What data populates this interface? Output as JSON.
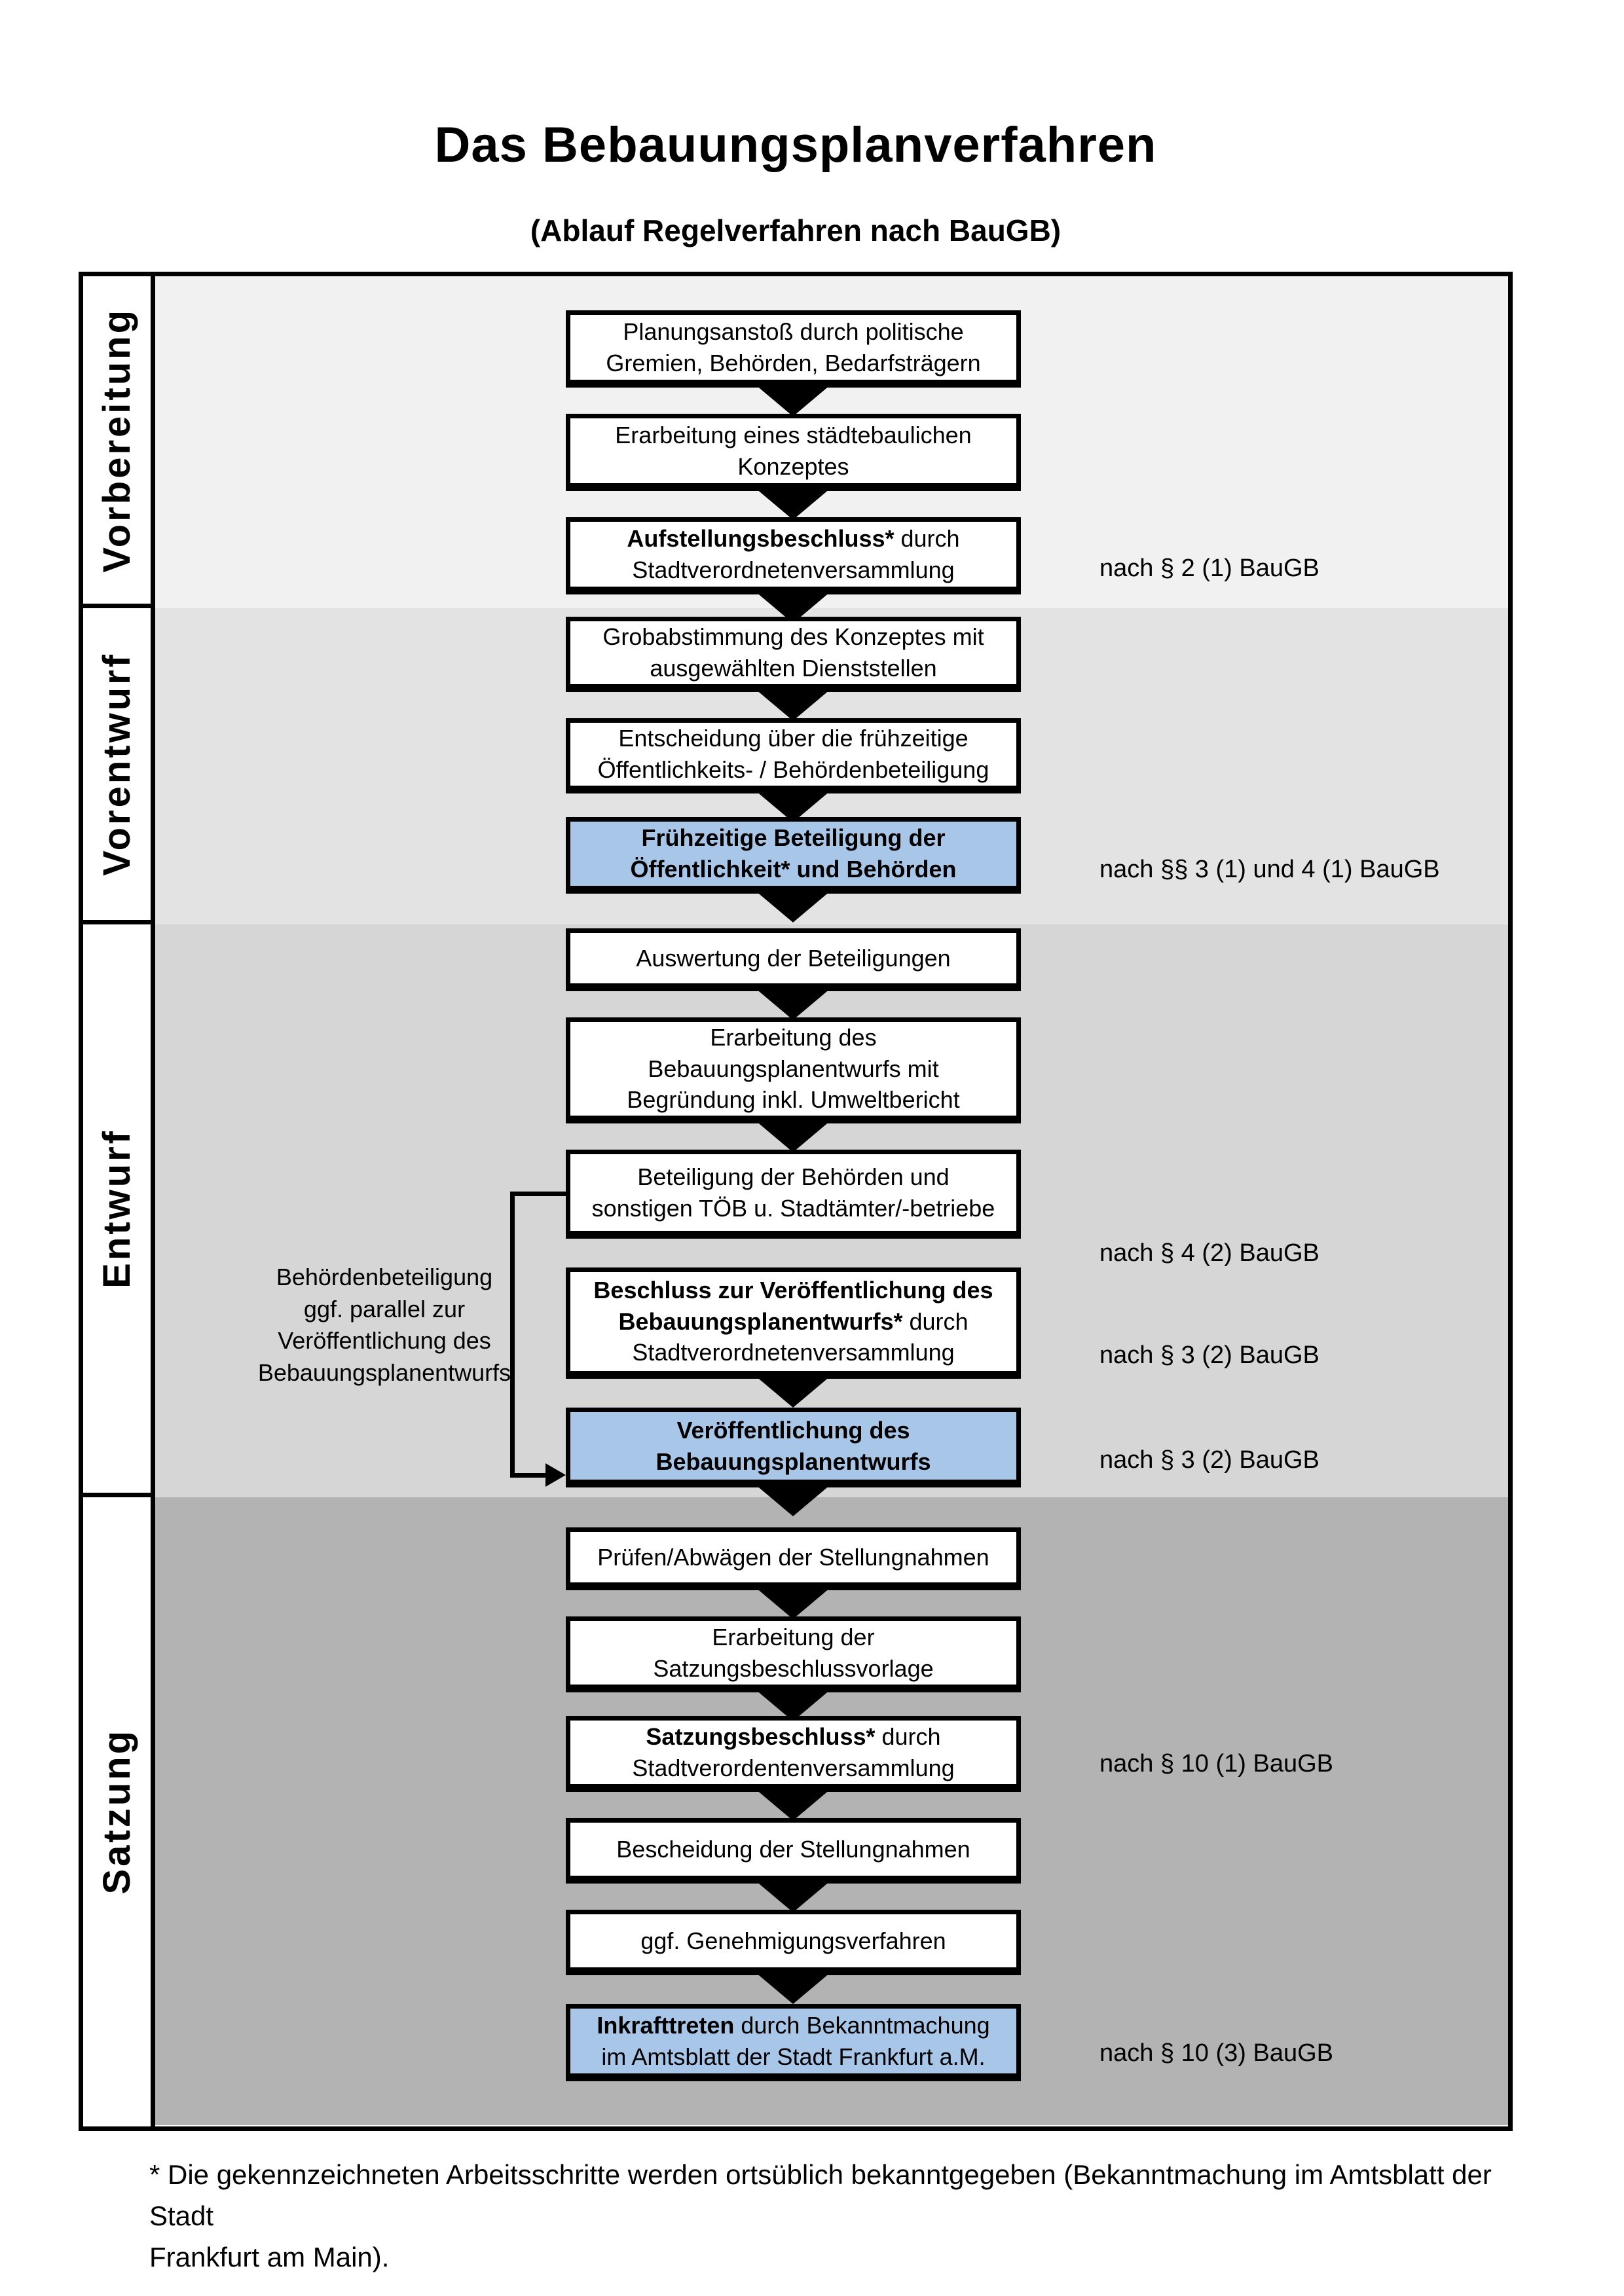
{
  "title": "Das Bebauungsplanverfahren",
  "subtitle": "(Ablauf Regelverfahren nach BauGB)",
  "phases": [
    {
      "label": "Vorbereitung"
    },
    {
      "label": "Vorentwurf"
    },
    {
      "label": "Entwurf"
    },
    {
      "label": "Satzung"
    }
  ],
  "steps": [
    {
      "bold": "",
      "rest": "Planungsanstoß durch politische\nGremien, Behörden, Bedarfsträgern",
      "ref": ""
    },
    {
      "bold": "",
      "rest": "Erarbeitung eines städtebaulichen\nKonzeptes",
      "ref": ""
    },
    {
      "bold": "Aufstellungsbeschluss*",
      "rest": " durch\nStadtverordnetenversammlung",
      "ref": "nach § 2 (1) BauGB"
    },
    {
      "bold": "",
      "rest": "Grobabstimmung des Konzeptes mit\nausgewählten Dienststellen",
      "ref": ""
    },
    {
      "bold": "",
      "rest": "Entscheidung über die frühzeitige\nÖffentlichkeits- / Behördenbeteiligung",
      "ref": ""
    },
    {
      "bold": "Frühzeitige Beteiligung der\nÖffentlichkeit* und Behörden",
      "rest": "",
      "ref": "nach §§ 3 (1) und 4 (1) BauGB"
    },
    {
      "bold": "",
      "rest": "Auswertung der Beteiligungen",
      "ref": ""
    },
    {
      "bold": "",
      "rest": "Erarbeitung des\nBebauungsplanentwurfs mit\nBegründung inkl. Umweltbericht",
      "ref": ""
    },
    {
      "bold": "",
      "rest": "Beteiligung der Behörden und\nsonstigen TÖB u. Stadtämter/-betriebe",
      "ref": "nach § 4 (2) BauGB"
    },
    {
      "bold": "Beschluss zur Veröffentlichung des\nBebauungsplanentwurfs*",
      "rest": " durch\nStadtverordnetenversammlung",
      "ref": "nach § 3 (2) BauGB"
    },
    {
      "bold": "Veröffentlichung des\nBebauungsplanentwurfs",
      "rest": "",
      "ref": "nach § 3 (2) BauGB"
    },
    {
      "bold": "",
      "rest": "Prüfen/Abwägen der Stellungnahmen",
      "ref": ""
    },
    {
      "bold": "",
      "rest": "Erarbeitung der\nSatzungsbeschlussvorlage",
      "ref": ""
    },
    {
      "bold": "Satzungsbeschluss*",
      "rest": " durch\nStadtverordentenversammlung",
      "ref": "nach § 10 (1) BauGB"
    },
    {
      "bold": "",
      "rest": "Bescheidung der Stellungnahmen",
      "ref": ""
    },
    {
      "bold": "",
      "rest": "ggf. Genehmigungsverfahren",
      "ref": ""
    },
    {
      "bold": "Inkrafttreten",
      "rest": " durch Bekanntmachung\nim Amtsblatt der Stadt Frankfurt a.M.",
      "ref": "nach § 10 (3) BauGB"
    }
  ],
  "side_note": "Behördenbeteiligung\nggf. parallel zur\nVeröffentlichung des\nBebauungsplanentwurfs",
  "footnote": "* Die gekennzeichneten Arbeitsschritte werden ortsüblich bekanntgegeben (Bekanntmachung im Amtsblatt  der Stadt\nFrankfurt am Main).",
  "colors": {
    "highlight_box": "#a8c7e8",
    "band_vorbereitung": "#f1f1f1",
    "band_vorentwurf": "#e3e3e3",
    "band_entwurf": "#d6d6d6",
    "band_satzung": "#b3b3b3"
  }
}
